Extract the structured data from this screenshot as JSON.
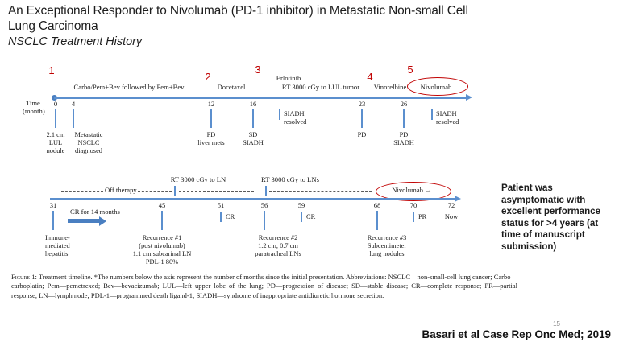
{
  "title": {
    "line1": "An Exceptional Responder to Nivolumab (PD-1 inhibitor) in Metastatic Non-small Cell",
    "line2": "Lung Carcinoma",
    "subtitle": "NSCLC Treatment History"
  },
  "colors": {
    "axis_blue": "#5b8fce",
    "tick_blue": "#4a7fc1",
    "annotation_red": "#c00000",
    "text": "#1a1a1a"
  },
  "axis_label": {
    "line1": "Time",
    "line2": "(month)"
  },
  "timeline_row1": {
    "treatments": [
      {
        "number": "1",
        "label": "Carbo/Pem+Bev followed by Pem+Bev",
        "circled": false
      },
      {
        "number": "2",
        "label": "Docetaxel",
        "circled": false
      },
      {
        "number": "3",
        "label_line1": "Erlotinib",
        "label_line2": "RT 3000 cGy to LUL tumor",
        "circled": false
      },
      {
        "number": "4",
        "label": "Vinorelbine",
        "circled": false
      },
      {
        "number": "5",
        "label": "Nivolumab",
        "circled": true
      }
    ],
    "events": [
      {
        "month": "0",
        "desc_lines": [
          "2.1 cm",
          "LUL",
          "nodule"
        ]
      },
      {
        "month": "4",
        "desc_lines": [
          "Metastatic",
          "NSCLC",
          "diagnosed"
        ]
      },
      {
        "month": "12",
        "desc_lines": [
          "PD",
          "liver mets"
        ]
      },
      {
        "month": "16",
        "desc_lines": [
          "SD",
          "SIADH"
        ]
      },
      {
        "month": "",
        "desc_lines": [
          "SIADH",
          "resolved"
        ]
      },
      {
        "month": "23",
        "desc_lines": [
          "PD"
        ]
      },
      {
        "month": "26",
        "desc_lines": [
          "PD",
          "SIADH"
        ]
      },
      {
        "month": "",
        "desc_lines": [
          "SIADH",
          "resolved"
        ]
      }
    ]
  },
  "timeline_row2": {
    "annotations": [
      {
        "label": "Off therapy",
        "circled": false
      },
      {
        "label": "RT 3000 cGy to LN",
        "circled": false
      },
      {
        "label": "RT 3000 cGy to LNs",
        "circled": false
      },
      {
        "label": "Nivolumab →",
        "circled": true
      }
    ],
    "cr_arrow_label": "CR for 14 months",
    "events": [
      {
        "month": "31",
        "desc_lines": [
          "Immune-",
          "mediated",
          "hepatitis"
        ]
      },
      {
        "month": "45",
        "desc_lines": [
          "Recurrence #1",
          "(post nivolumab)",
          "1.1 cm subcarinal LN",
          "PDL-1 80%"
        ]
      },
      {
        "month": "51",
        "inline_label": "CR",
        "desc_lines": []
      },
      {
        "month": "56",
        "desc_lines": [
          "Recurrence #2",
          "1.2 cm, 0.7 cm",
          "paratracheal LNs"
        ]
      },
      {
        "month": "59",
        "inline_label": "CR",
        "desc_lines": []
      },
      {
        "month": "68",
        "desc_lines": [
          "Recurrence #3",
          "Subcentimeter",
          "lung nodules"
        ]
      },
      {
        "month": "70",
        "inline_label": "PR",
        "desc_lines": []
      },
      {
        "month": "72",
        "inline_label": "Now",
        "desc_lines": []
      }
    ]
  },
  "side_note": "Patient was asymptomatic with excellent performance status for >4 years (at time of manuscript submission)",
  "caption": {
    "label": "Figure 1:",
    "text": " Treatment timeline. *The numbers below the axis represent the number of months since the initial presentation. Abbreviations: NSCLC—non-small-cell lung cancer; Carbo—carboplatin; Pem—pemetrexed; Bev—bevacizumab; LUL—left upper lobe of the lung; PD—progression of disease; SD—stable disease; CR—complete response; PR—partial response; LN—lymph node; PDL-1—programmed death ligand-1; SIADH—syndrome of inappropriate antidiuretic hormone secretion."
  },
  "footer": {
    "slide_number": "15",
    "citation": "Basari et al Case Rep Onc Med; 2019"
  }
}
